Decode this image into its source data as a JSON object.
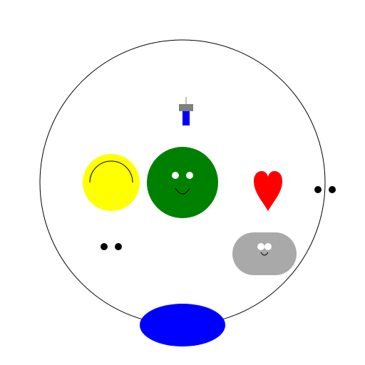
{
  "scene": {
    "background": "#ffffff",
    "colors": {
      "outline": "#000000",
      "yellow": "#ffff00",
      "green": "#008000",
      "red": "#ff0000",
      "blue": "#0000ff",
      "gray": "#a9a9a9",
      "gray_cap": "#808080",
      "white": "#ffffff",
      "black": "#000000"
    },
    "shapes": [
      "big-circle-outline",
      "yellow-circle",
      "arc-icon",
      "green-face",
      "red-heart",
      "gray-pill-face",
      "blue-ellipse",
      "candle-icon",
      "eye-pair-left",
      "eye-pair-right"
    ]
  }
}
